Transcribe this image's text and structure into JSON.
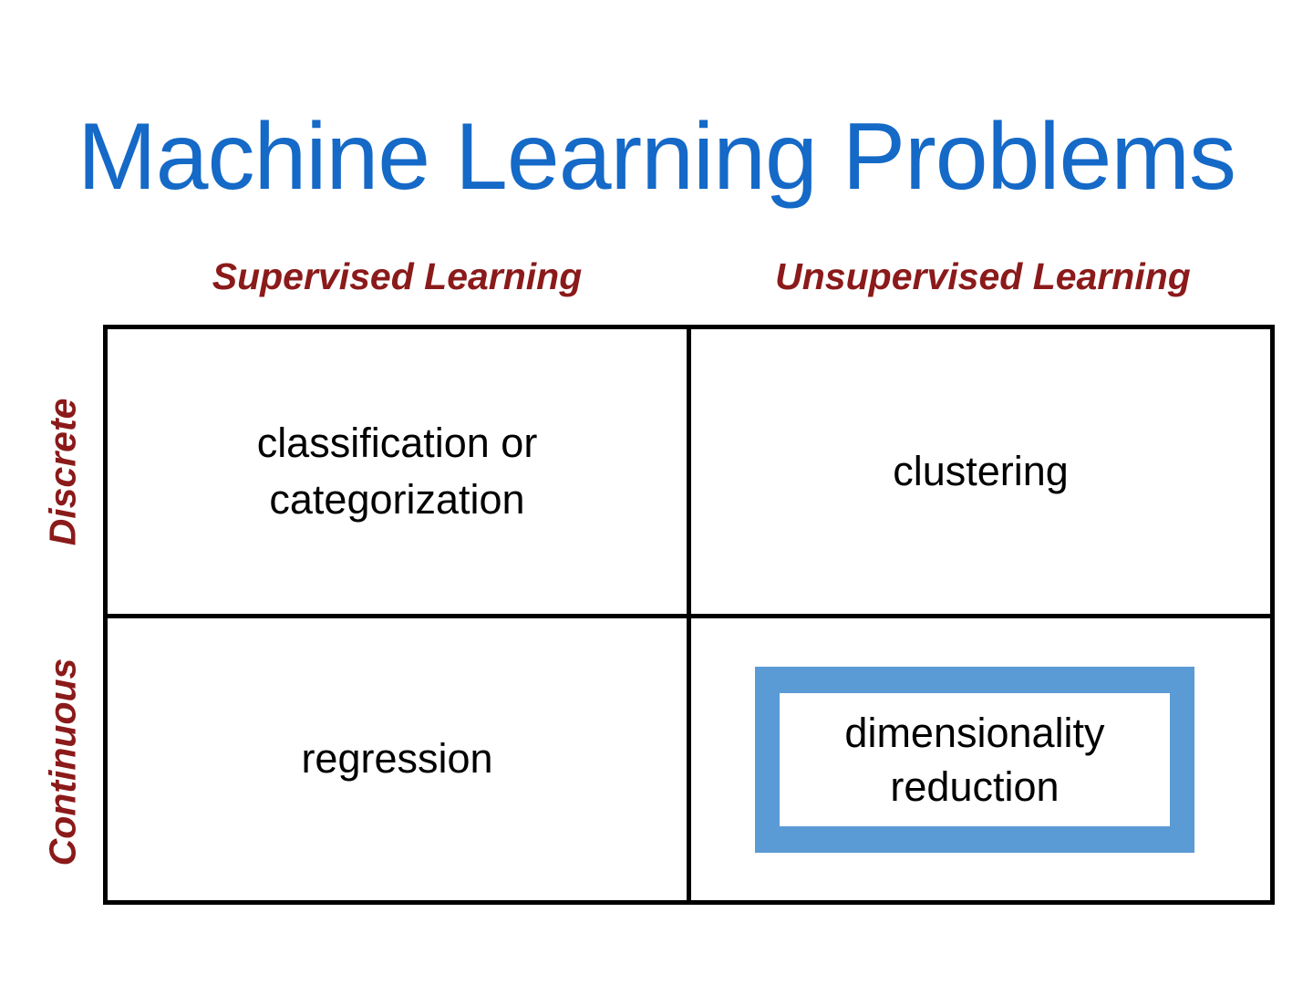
{
  "slide": {
    "title": "Machine Learning Problems",
    "title_color": "#1569C7",
    "background_color": "#FFFFFF"
  },
  "matrix": {
    "header_color": "#8B1A1A",
    "border_color": "#000000",
    "column_headers": [
      "Supervised Learning",
      "Unsupervised Learning"
    ],
    "row_labels": [
      "Discrete",
      "Continuous"
    ],
    "cells": [
      {
        "row": "Discrete",
        "column": "Supervised Learning",
        "text": "classification or\ncategorization",
        "highlighted": false
      },
      {
        "row": "Discrete",
        "column": "Unsupervised Learning",
        "text": "clustering",
        "highlighted": false
      },
      {
        "row": "Continuous",
        "column": "Supervised Learning",
        "text": "regression",
        "highlighted": false
      },
      {
        "row": "Continuous",
        "column": "Unsupervised Learning",
        "text": "dimensionality\nreduction",
        "highlighted": true
      }
    ]
  },
  "highlight": {
    "label": "dimensionality\nreduction",
    "color": "#5B9BD5"
  }
}
